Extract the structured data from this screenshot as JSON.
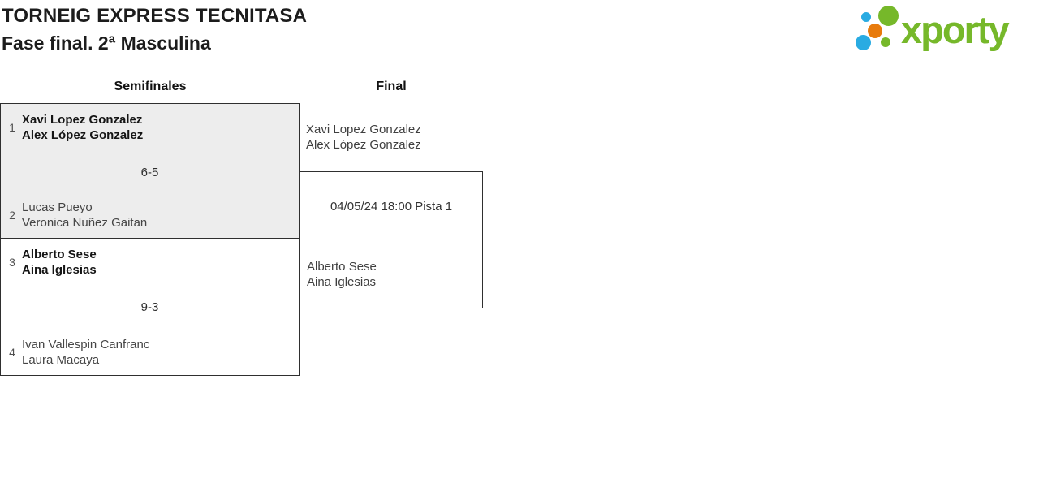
{
  "header": {
    "title": "TORNEIG EXPRESS TECNITASA",
    "subtitle": "Fase final. 2ª Masculina"
  },
  "logo": {
    "brand": "xporty",
    "colors": {
      "green": "#76b82a",
      "blue": "#29abe2",
      "orange": "#e87b0c"
    }
  },
  "rounds": {
    "semifinals_label": "Semifinales",
    "final_label": "Final"
  },
  "semifinals": [
    {
      "top": {
        "seed": "1",
        "players": [
          "Xavi Lopez Gonzalez",
          "Alex López Gonzalez"
        ],
        "winner": true
      },
      "score": "6-5",
      "bottom": {
        "seed": "2",
        "players": [
          "Lucas Pueyo",
          "Veronica Nuñez Gaitan"
        ],
        "winner": false
      }
    },
    {
      "top": {
        "seed": "3",
        "players": [
          "Alberto Sese",
          "Aina Iglesias"
        ],
        "winner": true
      },
      "score": "9-3",
      "bottom": {
        "seed": "4",
        "players": [
          "Ivan Vallespin Canfranc",
          "Laura Macaya"
        ],
        "winner": false
      }
    }
  ],
  "final": {
    "top_players": [
      "Xavi Lopez Gonzalez",
      "Alex López Gonzalez"
    ],
    "schedule": "04/05/24 18:00 Pista 1",
    "bottom_players": [
      "Alberto Sese",
      "Aina Iglesias"
    ]
  },
  "style_colors": {
    "winner_text": "#151515",
    "regular_text": "#454545",
    "border": "#2f2f2f",
    "match_alt_background": "#ededed"
  }
}
